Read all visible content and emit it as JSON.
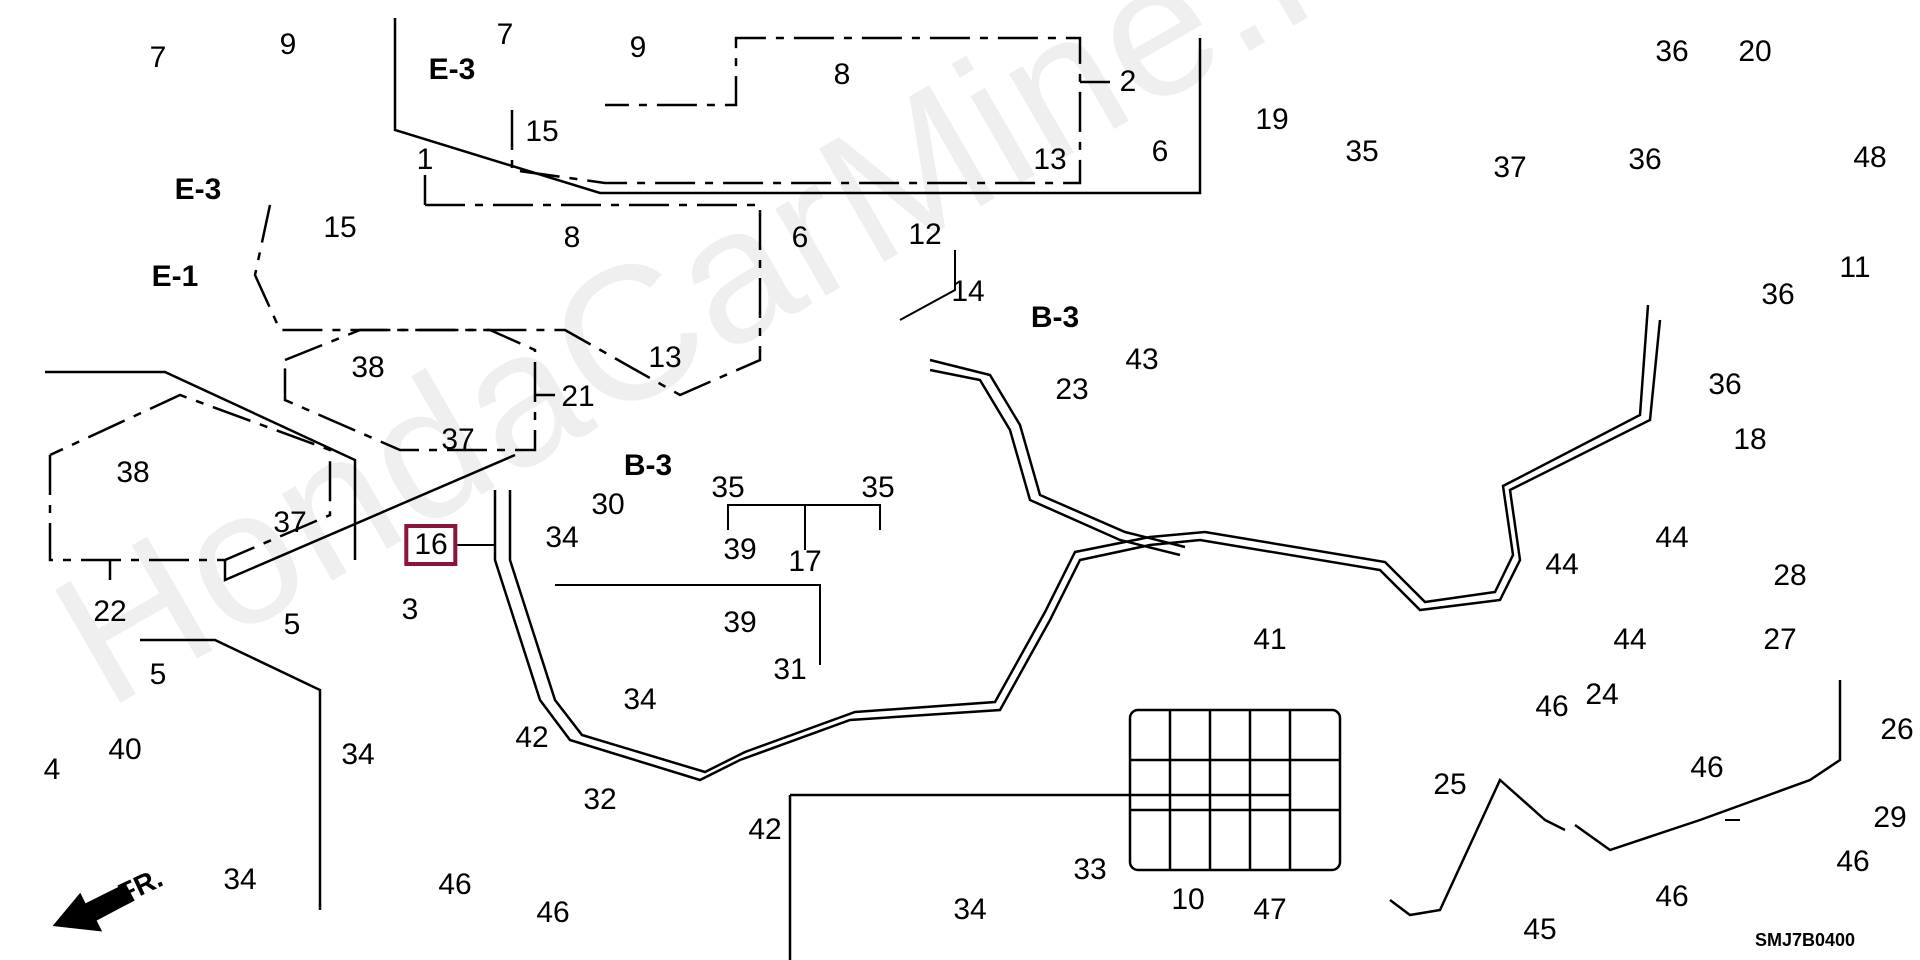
{
  "diagram": {
    "title": "Fuel / Evaporative Pipe Parts Diagram",
    "drawing_code": "SMJ7B0400",
    "direction_marker": "FR.",
    "watermark": "HondaCarMine.ru",
    "highlight_color": "#8b1538",
    "highlighted_part": "16",
    "reference_links": [
      {
        "id": "ref-e3-top",
        "text": "E-3"
      },
      {
        "id": "ref-e3-mid",
        "text": "E-3"
      },
      {
        "id": "ref-e1",
        "text": "E-1"
      },
      {
        "id": "ref-b3-right",
        "text": "B-3"
      },
      {
        "id": "ref-b3-left",
        "text": "B-3"
      }
    ],
    "callouts": [
      {
        "text": "1"
      },
      {
        "text": "2"
      },
      {
        "text": "3"
      },
      {
        "text": "4"
      },
      {
        "text": "5"
      },
      {
        "text": "5"
      },
      {
        "text": "6"
      },
      {
        "text": "6"
      },
      {
        "text": "7"
      },
      {
        "text": "7"
      },
      {
        "text": "8"
      },
      {
        "text": "8"
      },
      {
        "text": "9"
      },
      {
        "text": "9"
      },
      {
        "text": "10"
      },
      {
        "text": "11"
      },
      {
        "text": "12"
      },
      {
        "text": "13"
      },
      {
        "text": "13"
      },
      {
        "text": "14"
      },
      {
        "text": "15"
      },
      {
        "text": "15"
      },
      {
        "text": "16"
      },
      {
        "text": "17"
      },
      {
        "text": "18"
      },
      {
        "text": "19"
      },
      {
        "text": "20"
      },
      {
        "text": "21"
      },
      {
        "text": "22"
      },
      {
        "text": "23"
      },
      {
        "text": "24"
      },
      {
        "text": "25"
      },
      {
        "text": "26"
      },
      {
        "text": "27"
      },
      {
        "text": "28"
      },
      {
        "text": "29"
      },
      {
        "text": "30"
      },
      {
        "text": "31"
      },
      {
        "text": "32"
      },
      {
        "text": "33"
      },
      {
        "text": "34"
      },
      {
        "text": "34"
      },
      {
        "text": "34"
      },
      {
        "text": "34"
      },
      {
        "text": "34"
      },
      {
        "text": "35"
      },
      {
        "text": "35"
      },
      {
        "text": "35"
      },
      {
        "text": "36"
      },
      {
        "text": "36"
      },
      {
        "text": "36"
      },
      {
        "text": "36"
      },
      {
        "text": "37"
      },
      {
        "text": "37"
      },
      {
        "text": "37"
      },
      {
        "text": "38"
      },
      {
        "text": "38"
      },
      {
        "text": "39"
      },
      {
        "text": "39"
      },
      {
        "text": "40"
      },
      {
        "text": "41"
      },
      {
        "text": "42"
      },
      {
        "text": "42"
      },
      {
        "text": "43"
      },
      {
        "text": "44"
      },
      {
        "text": "44"
      },
      {
        "text": "44"
      },
      {
        "text": "45"
      },
      {
        "text": "46"
      },
      {
        "text": "46"
      },
      {
        "text": "46"
      },
      {
        "text": "46"
      },
      {
        "text": "46"
      },
      {
        "text": "46"
      },
      {
        "text": "47"
      },
      {
        "text": "48"
      }
    ]
  }
}
